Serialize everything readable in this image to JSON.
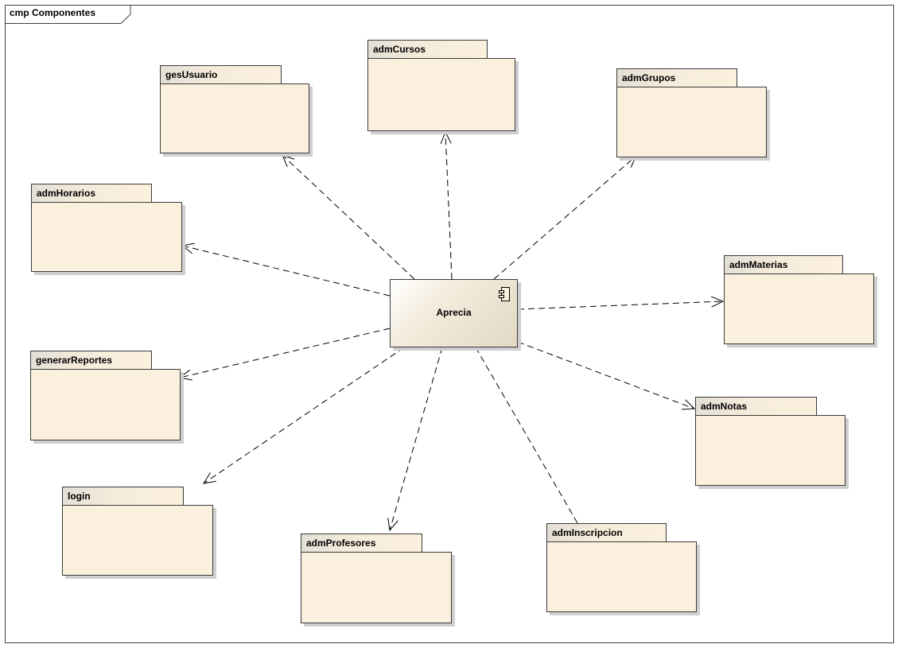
{
  "frame": {
    "label": "cmp Componentes"
  },
  "component": {
    "name": "Aprecia",
    "icon": "component-icon"
  },
  "packages": {
    "gesUsuario": "gesUsuario",
    "admCursos": "admCursos",
    "admGrupos": "admGrupos",
    "admHorarios": "admHorarios",
    "admMaterias": "admMaterias",
    "generarReportes": "generarReportes",
    "admNotas": "admNotas",
    "login": "login",
    "admProfesores": "admProfesores",
    "admInscripcion": "admInscripcion"
  },
  "relations": [
    {
      "from": "Aprecia",
      "to": "gesUsuario",
      "style": "dashed-dependency"
    },
    {
      "from": "Aprecia",
      "to": "admCursos",
      "style": "dashed-dependency"
    },
    {
      "from": "Aprecia",
      "to": "admGrupos",
      "style": "dashed-dependency"
    },
    {
      "from": "Aprecia",
      "to": "admHorarios",
      "style": "dashed-dependency"
    },
    {
      "from": "Aprecia",
      "to": "admMaterias",
      "style": "dashed-dependency"
    },
    {
      "from": "Aprecia",
      "to": "generarReportes",
      "style": "dashed-dependency"
    },
    {
      "from": "Aprecia",
      "to": "admNotas",
      "style": "dashed-dependency"
    },
    {
      "from": "Aprecia",
      "to": "login",
      "style": "dashed-dependency"
    },
    {
      "from": "Aprecia",
      "to": "admProfesores",
      "style": "dashed-dependency"
    },
    {
      "from": "Aprecia",
      "to": "admInscripcion",
      "style": "dashed-dependency"
    }
  ],
  "colors": {
    "package_fill": "#fbf0dd",
    "border": "#3a3a3a",
    "shadow": "#cfcfcf"
  }
}
